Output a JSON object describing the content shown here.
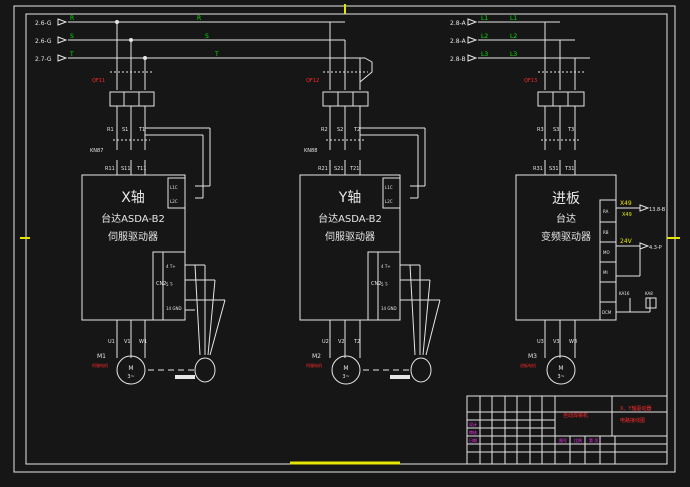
{
  "colors": {
    "background": "#161616",
    "frame": "#e6e6e6",
    "wire": "#e6e6e6",
    "label_yellow": "#e6e600",
    "label_green": "#00e600",
    "label_red": "#ff2a2a",
    "label_magenta": "#ff33ff",
    "titleblock_line": "#e6e6e6"
  },
  "power_inputs": {
    "left": [
      {
        "terminal": "2.6-G",
        "line": "R"
      },
      {
        "terminal": "2.6-G",
        "line": "S"
      },
      {
        "terminal": "2.7-G",
        "line": "T"
      }
    ],
    "right": [
      {
        "terminal": "2.8-A",
        "line": "L1",
        "line2": "L1"
      },
      {
        "terminal": "2.8-A",
        "line": "L2",
        "line2": "L2"
      },
      {
        "terminal": "2.8-B",
        "line": "L3",
        "line2": "L3"
      }
    ]
  },
  "breakers": {
    "qf1": "QF11",
    "qf2": "QF12",
    "qf3": "QF13",
    "knbt": "KN87",
    "knbt2": "KN88"
  },
  "terminals": {
    "x_top": [
      "R1",
      "S1",
      "T1"
    ],
    "x_mid": [
      "R11",
      "S11",
      "T11"
    ],
    "y_top": [
      "R2",
      "S2",
      "T2"
    ],
    "y_mid": [
      "R21",
      "S21",
      "T21"
    ],
    "f_top": [
      "R3",
      "S3",
      "T3"
    ],
    "f_mid": [
      "R31",
      "S31",
      "T31"
    ],
    "x_out": [
      "U1",
      "V1",
      "W1"
    ],
    "y_out": [
      "U2",
      "V2",
      "T2"
    ],
    "f_out": [
      "U3",
      "V3",
      "W3"
    ]
  },
  "drives": {
    "x": {
      "title": "X轴",
      "line1": "台达ASDA-B2",
      "line2": "伺服驱动器"
    },
    "y": {
      "title": "Y轴",
      "line1": "台达ASDA-B2",
      "line2": "伺服驱动器"
    },
    "f": {
      "title": "进板",
      "line1": "台达",
      "line2": "变频驱动器"
    }
  },
  "drive_ports": {
    "l1c": "L1C",
    "l2c": "L2C",
    "cn": "CN2",
    "cn_pins": [
      "4 T+",
      "5 T-",
      "14 GND"
    ],
    "vfd": [
      "RA",
      "RB",
      "MO",
      "MI",
      "DCM"
    ],
    "vfd_out1": "X49",
    "vfd_out1b": "X49",
    "vfd_ref1": "13.8-B",
    "vfd_out2": "24V",
    "vfd_ref2": "4.3-P",
    "relay1": "KA16",
    "relay2": "KA8"
  },
  "motors": {
    "m1": {
      "name": "M1",
      "sym": "M",
      "phase": "3~",
      "tag": "伺服电机"
    },
    "m2": {
      "name": "M2",
      "sym": "M",
      "phase": "3~",
      "tag": "伺服电机"
    },
    "m3": {
      "name": "M3",
      "sym": "M",
      "phase": "3~",
      "tag": "进板电机"
    }
  },
  "title_block": {
    "drawing_name": "X、Y轴驱动器",
    "drawing_name2": "电路接线图",
    "company": "自动焊锡机",
    "small_cells": [
      "设计",
      "审核",
      "日期",
      "图号",
      "比例",
      "第 页"
    ]
  }
}
